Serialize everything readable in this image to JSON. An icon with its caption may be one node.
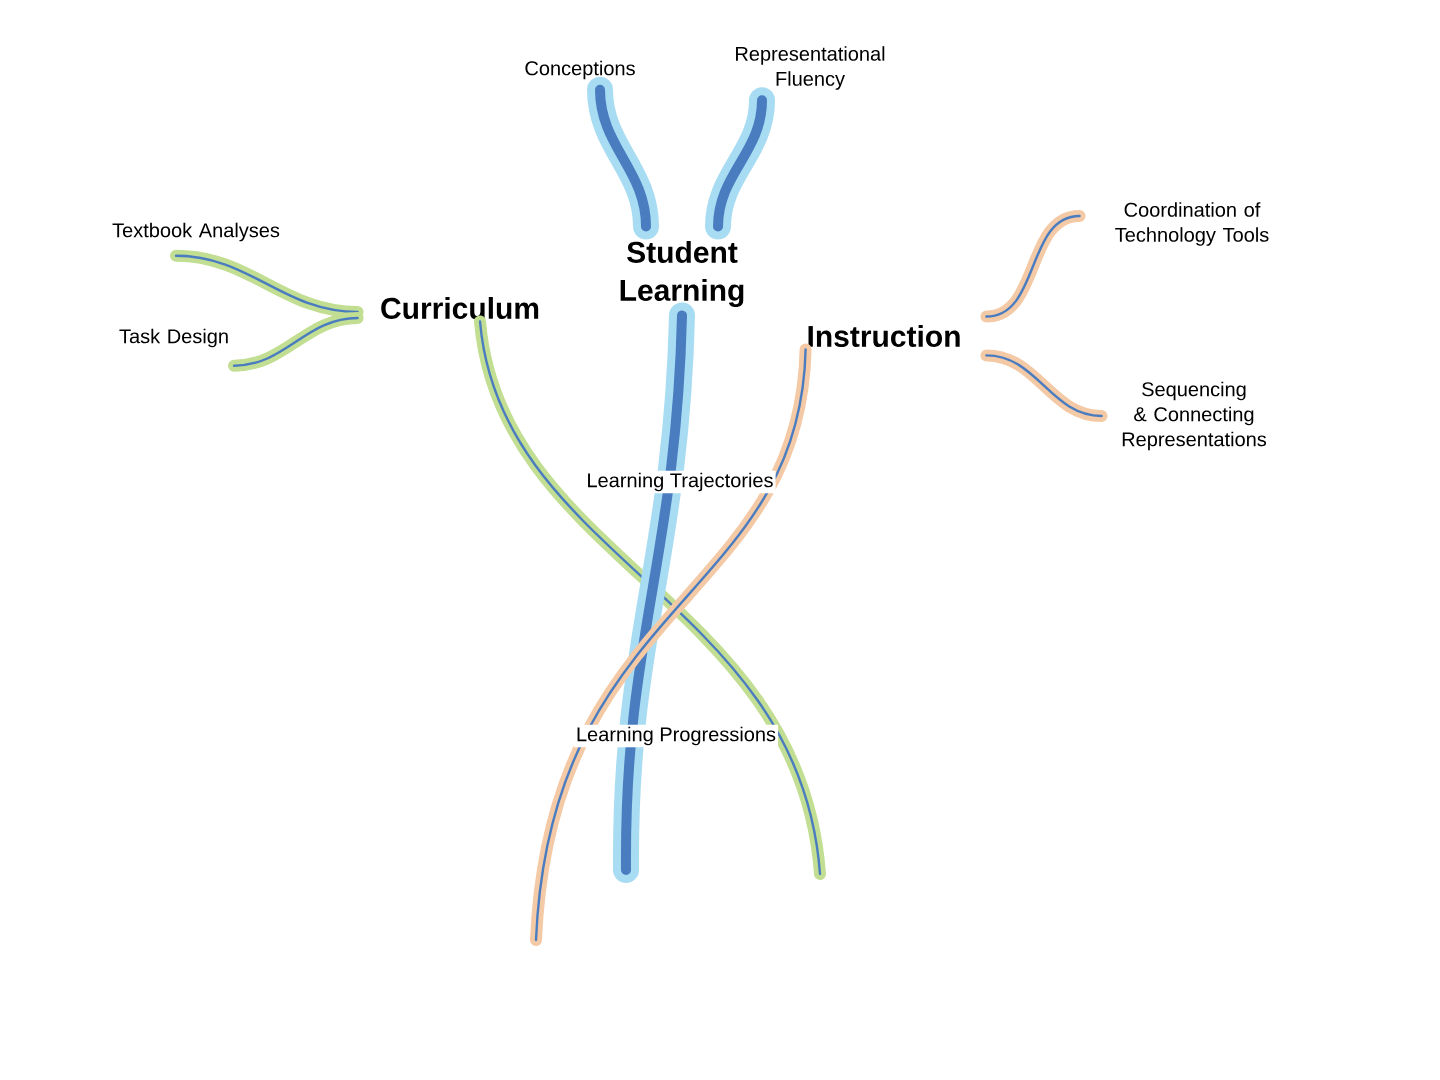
{
  "diagram": {
    "nodes": [
      {
        "text": [
          "Student Learning"
        ]
      },
      {
        "text": [
          "Curriculum"
        ]
      },
      {
        "text": [
          "Instruction"
        ]
      },
      {
        "text": [
          "Conceptions"
        ]
      },
      {
        "text": [
          "Representational Fluency"
        ]
      },
      {
        "text": [
          "Textbook Analyses"
        ]
      },
      {
        "text": [
          "Task Design"
        ]
      },
      {
        "text": [
          "Coordination of Technology Tools"
        ]
      },
      {
        "text": [
          "Sequencing & Connecting Representations"
        ]
      }
    ],
    "edges": [
      {
        "from": 0,
        "to": 3,
        "arrow": "none",
        "style": "thick",
        "color": "#a8dcf2"
      },
      {
        "from": 0,
        "to": 4,
        "arrow": "none",
        "style": "thick",
        "color": "#a8dcf2"
      },
      {
        "from": 1,
        "to": 5,
        "arrow": "none",
        "color": "#c2de92"
      },
      {
        "from": 1,
        "to": 6,
        "arrow": "none",
        "color": "#c2de92"
      },
      {
        "from": 2,
        "to": 7,
        "arrow": "none",
        "color": "#f4c9a6"
      },
      {
        "from": 2,
        "to": 8,
        "arrow": "none",
        "color": "#f4c9a6"
      },
      {
        "from": 1,
        "to": null,
        "arrow": "none",
        "color": "#c2de92"
      },
      {
        "from": 0,
        "to": null,
        "arrow": "none",
        "style": "thick",
        "color": "#a8dcf2"
      },
      {
        "from": 2,
        "to": null,
        "arrow": "none",
        "color": "#f4c9a6"
      }
    ],
    "labels": [
      "Learning Trajectories",
      "Learning Progressions"
    ]
  }
}
